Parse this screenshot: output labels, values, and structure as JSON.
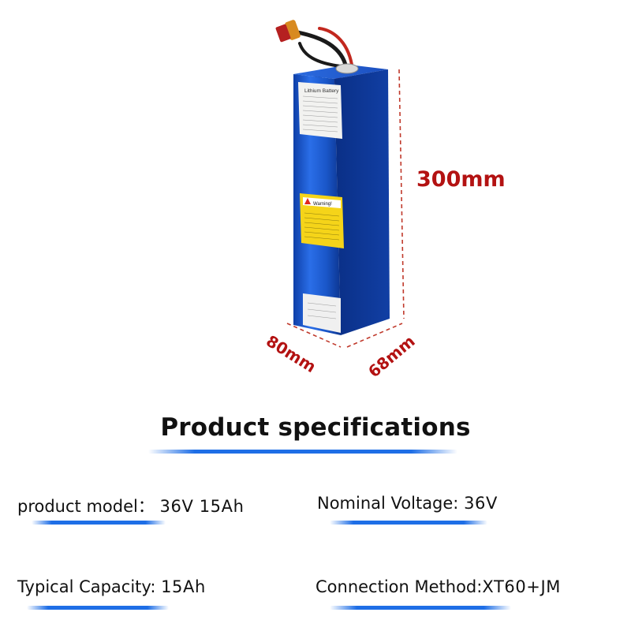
{
  "product_image": {
    "cell_label_title": "Lithium Battery",
    "warning_label": "Warning!",
    "dimensions": {
      "height": "300mm",
      "width": "80mm",
      "depth": "68mm"
    },
    "colors": {
      "battery_body": "#1a56c8",
      "dimension_text": "#b31212",
      "accent_line": "#1e6ee6"
    }
  },
  "specs_section": {
    "title": "Product specifications",
    "items": [
      {
        "label": "product model：",
        "value": "36V 15Ah"
      },
      {
        "label": "Nominal Voltage:",
        "value": "36V"
      },
      {
        "label": "Typical Capacity:",
        "value": "15Ah"
      },
      {
        "label": "Connection Method:",
        "value": "XT60+JM"
      }
    ]
  }
}
